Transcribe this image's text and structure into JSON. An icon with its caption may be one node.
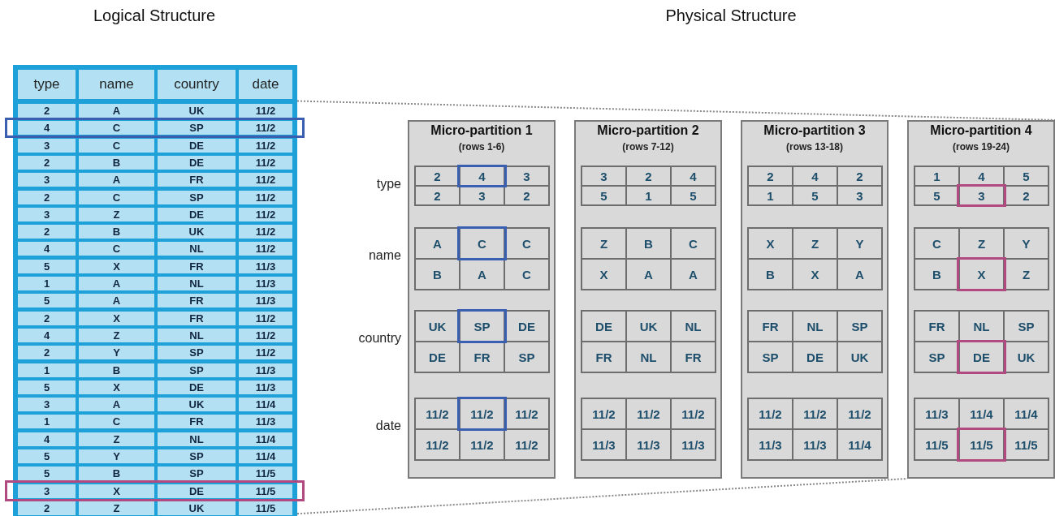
{
  "diagram": {
    "nodes": [
      {
        "text": [],
        "shape": "table"
      },
      {
        "text": [
          "Micro-partition 1",
          "(rows 1-6)"
        ]
      },
      {
        "text": [
          "Micro-partition 2",
          "(rows 7-12)"
        ]
      },
      {
        "text": [
          "Micro-partition 3",
          "(rows 13-18)"
        ]
      },
      {
        "text": [
          "Micro-partition 4",
          "(rows 19-24)"
        ]
      }
    ],
    "edges": [
      {
        "from": 0,
        "to": 4,
        "arrow": "none",
        "style": "dashed"
      },
      {
        "from": 0,
        "to": 4,
        "arrow": "none",
        "style": "dashed"
      }
    ],
    "labels": [
      "Logical Structure",
      "Physical Structure",
      "type",
      "name",
      "country",
      "date",
      "2",
      "A",
      "UK",
      "11/2",
      "4",
      "C",
      "SP",
      "11/2",
      "3",
      "C",
      "DE",
      "11/2",
      "2",
      "B",
      "DE",
      "11/2",
      "3",
      "A",
      "FR",
      "11/2",
      "2",
      "C",
      "SP",
      "11/2",
      "3",
      "Z",
      "DE",
      "11/2",
      "2",
      "B",
      "UK",
      "11/2",
      "4",
      "C",
      "NL",
      "11/2",
      "5",
      "X",
      "FR",
      "11/3",
      "1",
      "A",
      "NL",
      "11/3",
      "5",
      "A",
      "FR",
      "11/3",
      "2",
      "X",
      "FR",
      "11/2",
      "4",
      "Z",
      "NL",
      "11/2",
      "2",
      "Y",
      "SP",
      "11/2",
      "1",
      "B",
      "SP",
      "11/3",
      "5",
      "X",
      "DE",
      "11/3",
      "3",
      "A",
      "UK",
      "11/4",
      "1",
      "C",
      "FR",
      "11/3",
      "4",
      "Z",
      "NL",
      "11/4",
      "5",
      "Y",
      "SP",
      "11/4",
      "5",
      "B",
      "SP",
      "11/5",
      "3",
      "X",
      "DE",
      "11/5",
      "2",
      "Z",
      "UK",
      "11/5",
      "type",
      "name",
      "country",
      "date",
      "2",
      "4",
      "3",
      "2",
      "3",
      "2",
      "A",
      "C",
      "C",
      "B",
      "A",
      "C",
      "UK",
      "SP",
      "DE",
      "DE",
      "FR",
      "SP",
      "11/2",
      "11/2",
      "11/2",
      "11/2",
      "11/2",
      "11/2",
      "3",
      "2",
      "4",
      "5",
      "1",
      "5",
      "Z",
      "B",
      "C",
      "X",
      "A",
      "A",
      "DE",
      "UK",
      "NL",
      "FR",
      "NL",
      "FR",
      "11/2",
      "11/2",
      "11/2",
      "11/3",
      "11/3",
      "11/3",
      "2",
      "4",
      "2",
      "1",
      "5",
      "3",
      "X",
      "Z",
      "Y",
      "B",
      "X",
      "A",
      "FR",
      "NL",
      "SP",
      "SP",
      "DE",
      "UK",
      "11/2",
      "11/2",
      "11/2",
      "11/3",
      "11/3",
      "11/4",
      "1",
      "4",
      "5",
      "5",
      "3",
      "2",
      "C",
      "Z",
      "Y",
      "B",
      "X",
      "Z",
      "FR",
      "NL",
      "SP",
      "SP",
      "DE",
      "UK",
      "11/3",
      "11/4",
      "11/4",
      "11/5",
      "11/5",
      "11/5"
    ]
  }
}
